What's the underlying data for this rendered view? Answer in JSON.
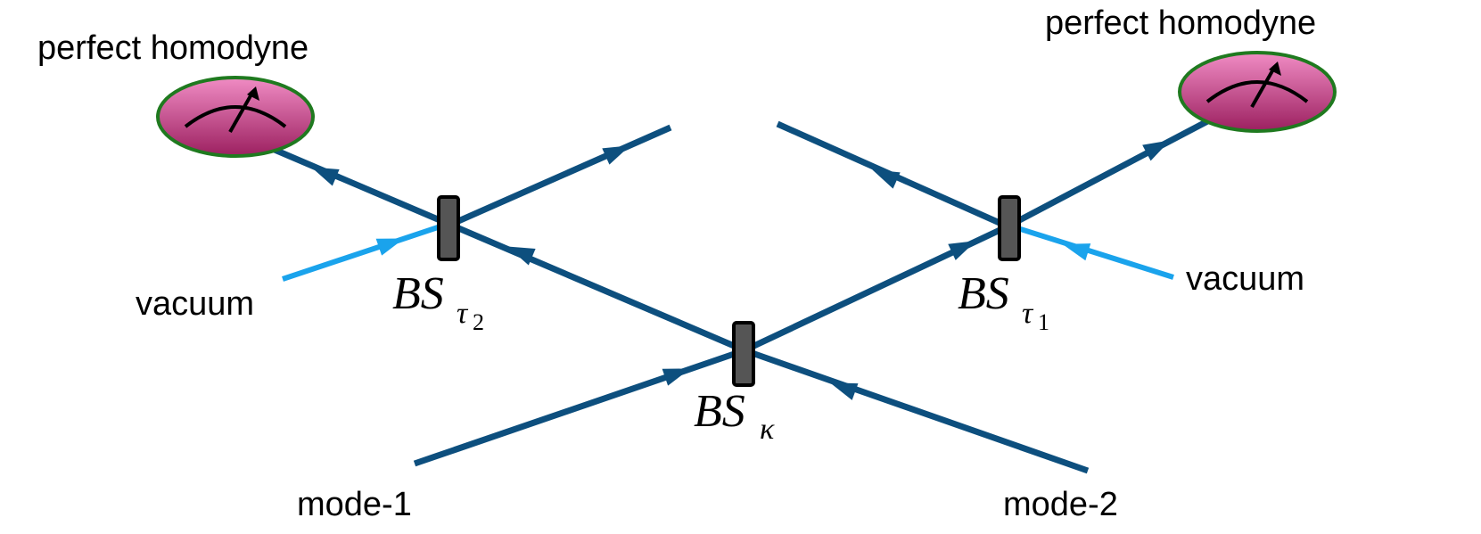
{
  "labels": {
    "detector_left": "perfect homodyne",
    "detector_right": "perfect homodyne",
    "vacuum_left": "vacuum",
    "vacuum_right": "vacuum",
    "mode1": "mode-1",
    "mode2": "mode-2"
  },
  "beamsplitters": {
    "kappa": {
      "base": "BS",
      "sub": "κ"
    },
    "tau2": {
      "base": "BS",
      "sub": "τ",
      "subsub": "2"
    },
    "tau1": {
      "base": "BS",
      "sub": "τ",
      "subsub": "1"
    }
  },
  "colors": {
    "beam": "#0d4f7e",
    "vacuum_beam": "#1aa3ec",
    "splitter_fill": "#555555",
    "detector_rim": "#1f7a1f",
    "detector_top": "#f08cc4",
    "detector_bottom": "#9c2060"
  }
}
